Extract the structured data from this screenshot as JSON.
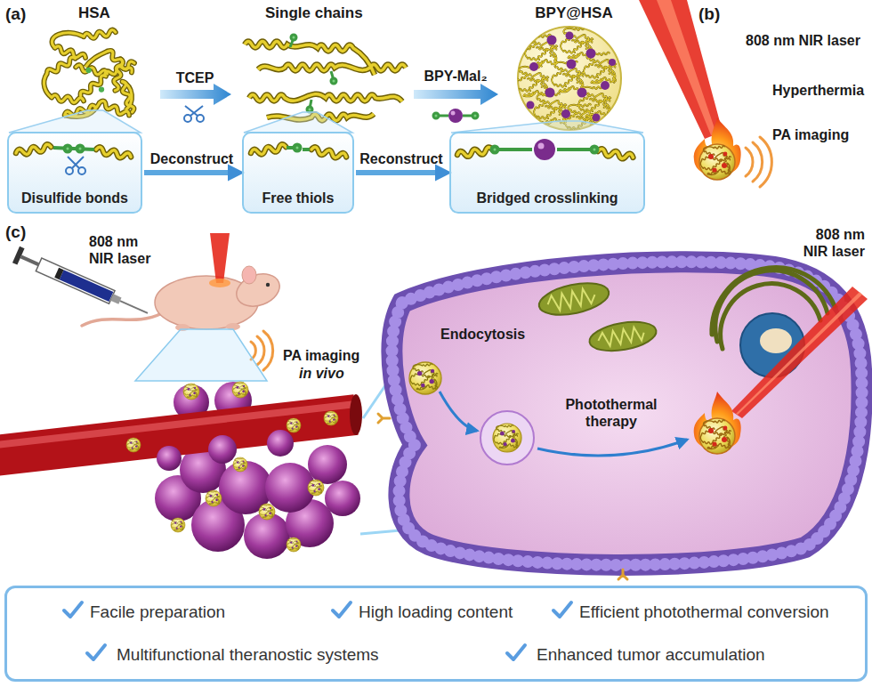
{
  "diagram": {
    "nodes": [
      {
        "text": [
          "Disulfide bonds"
        ]
      },
      {
        "text": [
          "Free thiols"
        ]
      },
      {
        "text": [
          "Bridged crosslinking"
        ]
      },
      {
        "text": [
          "Facile preparation",
          "High loading content",
          "Efficient photothermal conversion",
          "Multifunctional theranostic systems",
          "Enhanced tumor accumulation"
        ]
      }
    ],
    "edges": [
      {
        "from": 0,
        "to": 1,
        "label": "Deconstruct",
        "arrow": "to"
      },
      {
        "from": 1,
        "to": 2,
        "label": "Reconstruct",
        "arrow": "to"
      }
    ],
    "labels": [
      "(a)",
      "HSA",
      "TCEP",
      "Single chains",
      "BPY-Mal₂",
      "BPY@HSA",
      "(b)",
      "808 nm NIR laser",
      "Hyperthermia",
      "PA imaging",
      "(c)",
      "808 nm NIR laser",
      "PA imaging",
      "in vivo",
      "Endocytosis",
      "Photothermal therapy",
      "808 nm NIR laser"
    ]
  }
}
